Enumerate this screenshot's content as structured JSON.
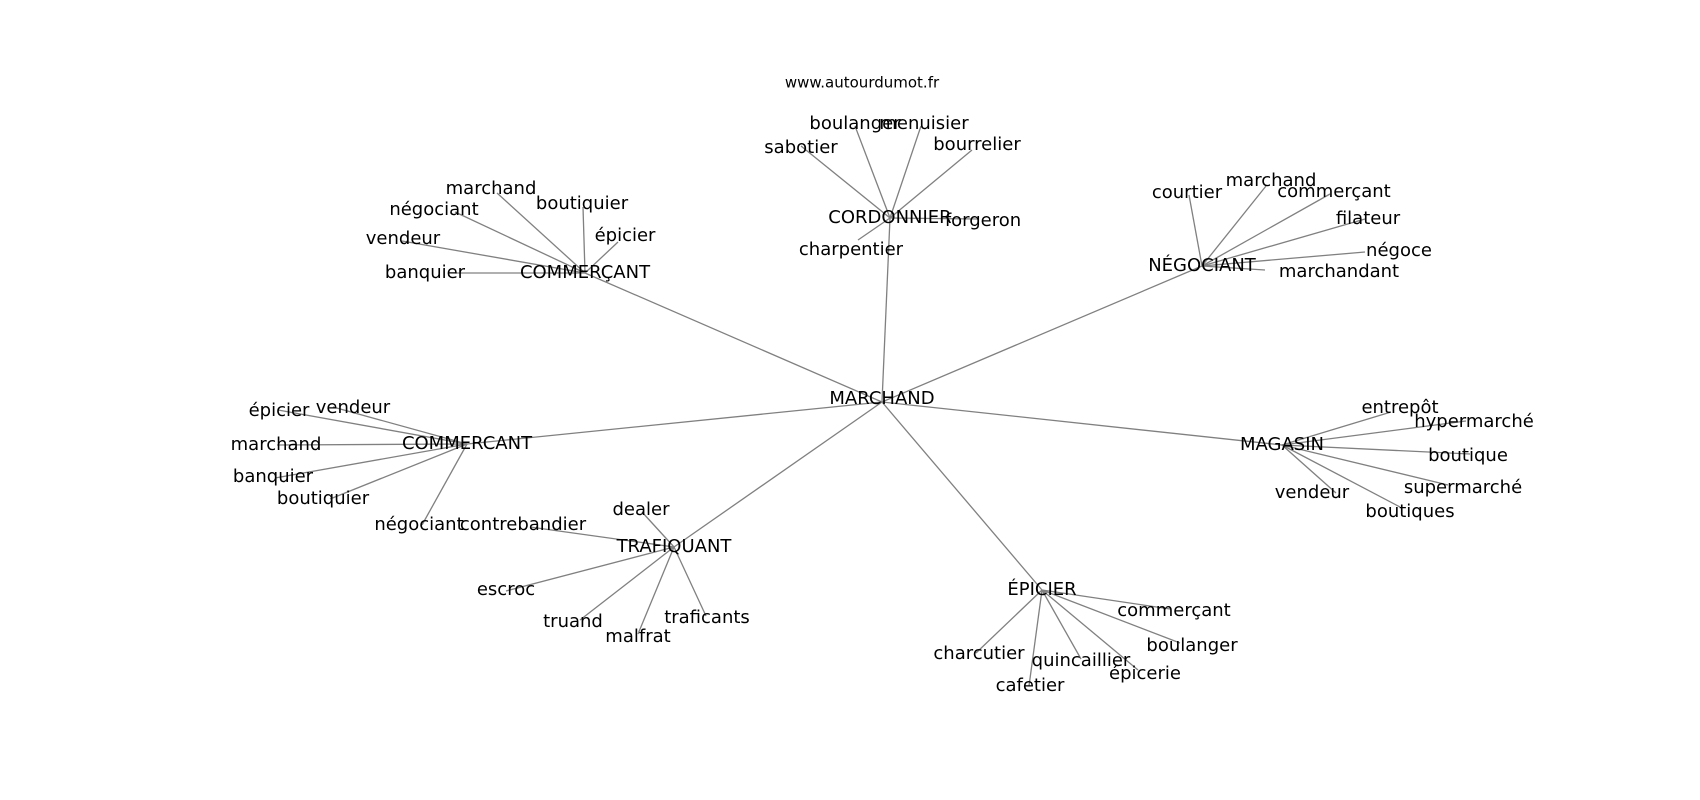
{
  "source": "www.autourdumot.fr",
  "root": "MARCHAND",
  "clusters": [
    {
      "label": "CORDONNIER",
      "leaves": [
        "boulanger",
        "menuisier",
        "sabotier",
        "bourrelier",
        "forgeron",
        "charpentier"
      ]
    },
    {
      "label": "COMMERÇANT",
      "leaves": [
        "marchand",
        "négociant",
        "boutiquier",
        "vendeur",
        "épicier",
        "banquier"
      ]
    },
    {
      "label": "NÉGOCIANT",
      "leaves": [
        "courtier",
        "marchand",
        "commerçant",
        "filateur",
        "négoce",
        "marchandant"
      ]
    },
    {
      "label": "COMMERCANT",
      "leaves": [
        "épicier",
        "vendeur",
        "marchand",
        "banquier",
        "boutiquier",
        "négociant"
      ]
    },
    {
      "label": "MAGASIN",
      "leaves": [
        "entrepôt",
        "hypermarché",
        "boutique",
        "supermarché",
        "vendeur",
        "boutiques"
      ]
    },
    {
      "label": "TRAFIQUANT",
      "leaves": [
        "dealer",
        "contrebandier",
        "escroc",
        "truand",
        "malfrat",
        "traficants"
      ]
    },
    {
      "label": "ÉPICIER",
      "leaves": [
        "commerçant",
        "boulanger",
        "charcutier",
        "quincaillier",
        "épicerie",
        "cafetier"
      ]
    }
  ]
}
